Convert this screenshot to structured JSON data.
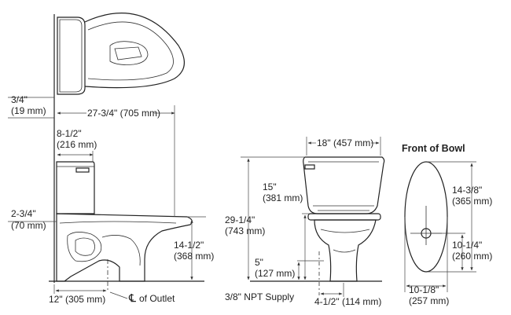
{
  "labels": {
    "top_gap_in": "3/4\"",
    "top_gap_mm": "(19 mm)",
    "depth": "27-3/4\" (705 mm)",
    "tank_depth_in": "8-1/2\"",
    "tank_depth_mm": "(216 mm)",
    "supply_height_in": "2-3/4\"",
    "supply_height_mm": "(70 mm)",
    "rim_height_in": "14-1/2\"",
    "rim_height_mm": "(368 mm)",
    "rough_in": "12\" (305 mm)",
    "outlet": "of Outlet",
    "centerline_symbol": "℄",
    "tank_width": "18\" (457 mm)",
    "seat_height_in": "15\"",
    "seat_height_mm": "(381 mm)",
    "overall_height_in": "29-1/4\"",
    "overall_height_mm": "(743 mm)",
    "supply_from_floor_in": "5\"",
    "supply_from_floor_mm": "(127 mm)",
    "supply_type": "3/8\" NPT Supply",
    "supply_offset": "4-1/2\" (114 mm)",
    "front_of_bowl": "Front of Bowl",
    "bowl_length_in": "14-3/8\"",
    "bowl_length_mm": "(365 mm)",
    "bowl_front_in": "10-1/4\"",
    "bowl_front_mm": "(260 mm)",
    "bowl_width_in": "10-1/8\"",
    "bowl_width_mm": "(257 mm)"
  }
}
